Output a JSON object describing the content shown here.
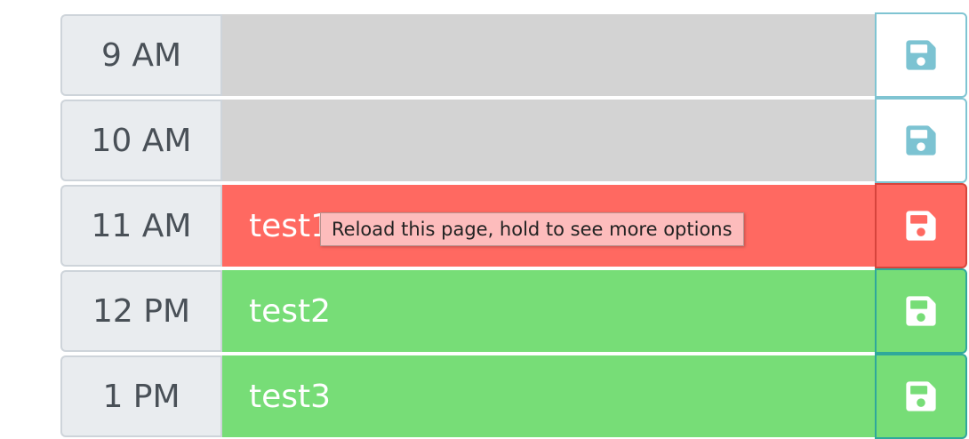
{
  "rows": [
    {
      "hour": "9 AM",
      "text": "",
      "status": "past",
      "icon": "save-icon",
      "icon_color": "#7cc3d2"
    },
    {
      "hour": "10 AM",
      "text": "",
      "status": "past",
      "icon": "save-icon",
      "icon_color": "#7cc3d2"
    },
    {
      "hour": "11 AM",
      "text": "test1",
      "status": "present",
      "icon": "save-icon",
      "icon_color": "#ffffff"
    },
    {
      "hour": "12 PM",
      "text": "test2",
      "status": "future",
      "icon": "save-icon",
      "icon_color": "#ffffff"
    },
    {
      "hour": "1 PM",
      "text": "test3",
      "status": "future",
      "icon": "save-icon",
      "icon_color": "#ffffff"
    }
  ],
  "tooltip": {
    "text": "Reload this page, hold to see more options"
  },
  "colors": {
    "past": "#d3d3d3",
    "present": "#ff6961",
    "future": "#77dd77"
  }
}
